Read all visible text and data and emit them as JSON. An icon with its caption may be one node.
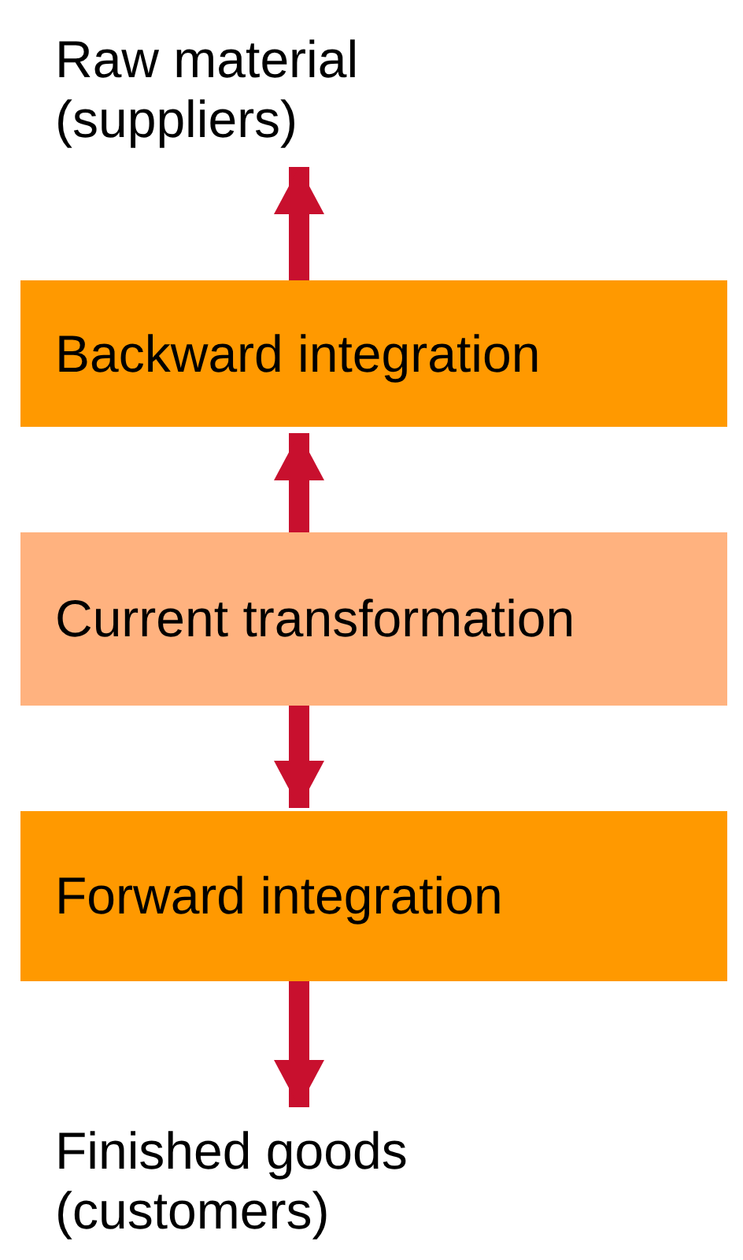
{
  "diagram": {
    "nodes": [
      {
        "text": [
          "Raw material (suppliers)"
        ]
      },
      {
        "text": [
          "Backward integration"
        ]
      },
      {
        "text": [
          "Current transformation"
        ]
      },
      {
        "text": [
          "Forward integration"
        ]
      },
      {
        "text": [
          "Finished goods (customers)"
        ]
      }
    ],
    "edges": [
      {
        "from": 1,
        "to": 0,
        "arrow": "to"
      },
      {
        "from": 2,
        "to": 1,
        "arrow": "to"
      },
      {
        "from": 2,
        "to": 3,
        "arrow": "to"
      },
      {
        "from": 3,
        "to": 4,
        "arrow": "to"
      }
    ]
  }
}
